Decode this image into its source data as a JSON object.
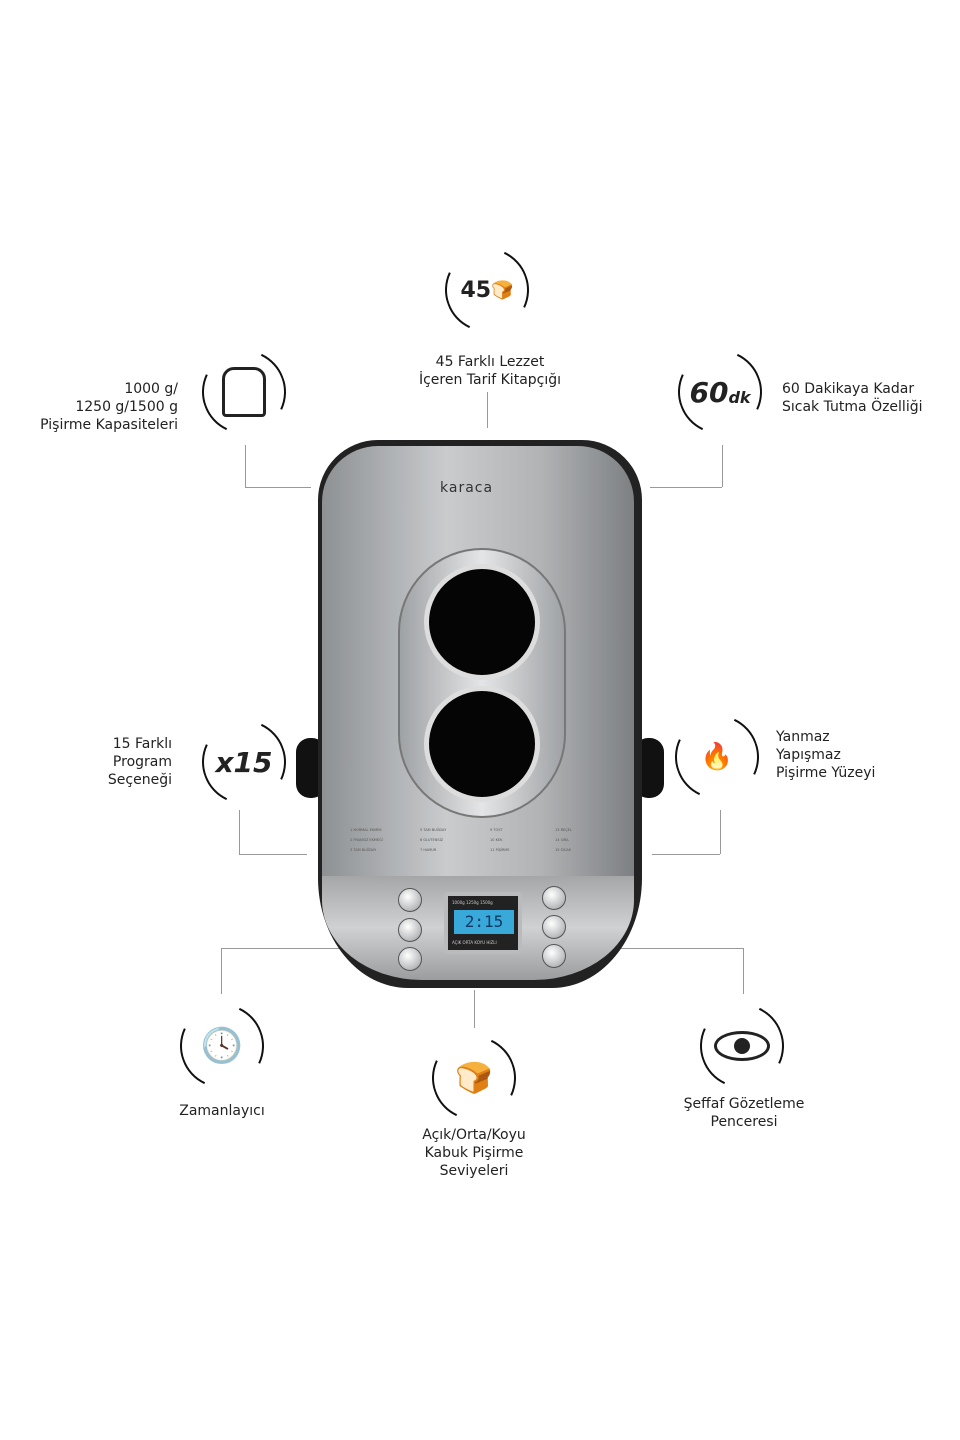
{
  "brand": "karaca",
  "features": {
    "recipes": {
      "badge": "45",
      "line1": "45 Farklı Lezzet",
      "line2": "İçeren Tarif Kitapçığı"
    },
    "capacity": {
      "line1": "1000 g/",
      "line2": "1250 g/1500 g",
      "line3": "Pişirme Kapasiteleri"
    },
    "keep_warm": {
      "badge": "60",
      "badge_unit": "dk",
      "line1": "60 Dakikaya Kadar",
      "line2": "Sıcak Tutma Özelliği"
    },
    "programs": {
      "badge": "x15",
      "line1": "15 Farklı",
      "line2": "Program",
      "line3": "Seçeneği"
    },
    "nonstick": {
      "line1": "Yanmaz",
      "line2": "Yapışmaz",
      "line3": "Pişirme Yüzeyi"
    },
    "timer": {
      "line1": "Zamanlayıcı"
    },
    "crust": {
      "line1": "Açık/Orta/Koyu",
      "line2": "Kabuk Pişirme",
      "line3": "Seviyeleri"
    },
    "window": {
      "line1": "Şeffaf Gözetleme",
      "line2": "Penceresi"
    }
  },
  "display": {
    "time": "2:15",
    "sizes": [
      "1000g",
      "1250g",
      "1500g"
    ],
    "crust": [
      "AÇIK",
      "ORTA",
      "KOYU",
      "HIZLI"
    ]
  }
}
